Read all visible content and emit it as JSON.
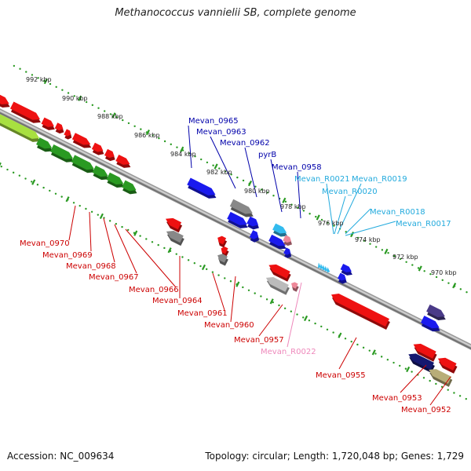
{
  "title": "Methanococcus vannielii SB, complete genome",
  "footer": {
    "accession": "Accession: NC_009634",
    "topology": "Topology: circular; Length: 1,720,048 bp; Genes: 1,729"
  },
  "colors": {
    "red": "#ee1111",
    "blue": "#1a1aee",
    "green": "#2a9a22",
    "lightgreen": "#a8e040",
    "gray": "#888888",
    "navy": "#151870",
    "olive": "#b8ad78",
    "purple": "#4a3a88",
    "cyan": "#33bbee",
    "pink": "#ee8899",
    "blue_label": "#0000aa",
    "red_label": "#cc0000",
    "cyan_label": "#22aadd",
    "pink_label": "#ee88bb"
  },
  "scale_labels": [
    "992 kbp",
    "990 kbp",
    "988 kbp",
    "986 kbp",
    "984 kbp",
    "982 kbp",
    "980 kbp",
    "978 kbp",
    "976 kbp",
    "974 kbp",
    "972 kbp",
    "970 kbp"
  ],
  "labels": {
    "top": [
      {
        "text": "Mevan_0965",
        "color": "blue"
      },
      {
        "text": "Mevan_0963",
        "color": "blue"
      },
      {
        "text": "Mevan_0962",
        "color": "blue"
      },
      {
        "text": "pyrB",
        "color": "blue"
      },
      {
        "text": "Mevan_0958",
        "color": "blue"
      },
      {
        "text": "Mevan_R0021",
        "color": "cyan"
      },
      {
        "text": "Mevan_R0019",
        "color": "cyan"
      },
      {
        "text": "Mevan_R0020",
        "color": "cyan"
      },
      {
        "text": "Mevan_R0018",
        "color": "cyan"
      },
      {
        "text": "Mevan_R0017",
        "color": "cyan"
      }
    ],
    "bottom": [
      {
        "text": "Mevan_0970",
        "color": "red"
      },
      {
        "text": "Mevan_0969",
        "color": "red"
      },
      {
        "text": "Mevan_0968",
        "color": "red"
      },
      {
        "text": "Mevan_0967",
        "color": "red"
      },
      {
        "text": "Mevan_0966",
        "color": "red"
      },
      {
        "text": "Mevan_0964",
        "color": "red"
      },
      {
        "text": "Mevan_0961",
        "color": "red"
      },
      {
        "text": "Mevan_0960",
        "color": "red"
      },
      {
        "text": "Mevan_0957",
        "color": "red"
      },
      {
        "text": "Mevan_R0022",
        "color": "pink"
      },
      {
        "text": "Mevan_0955",
        "color": "red"
      },
      {
        "text": "Mevan_0953",
        "color": "red"
      },
      {
        "text": "Mevan_0952",
        "color": "red"
      }
    ]
  }
}
